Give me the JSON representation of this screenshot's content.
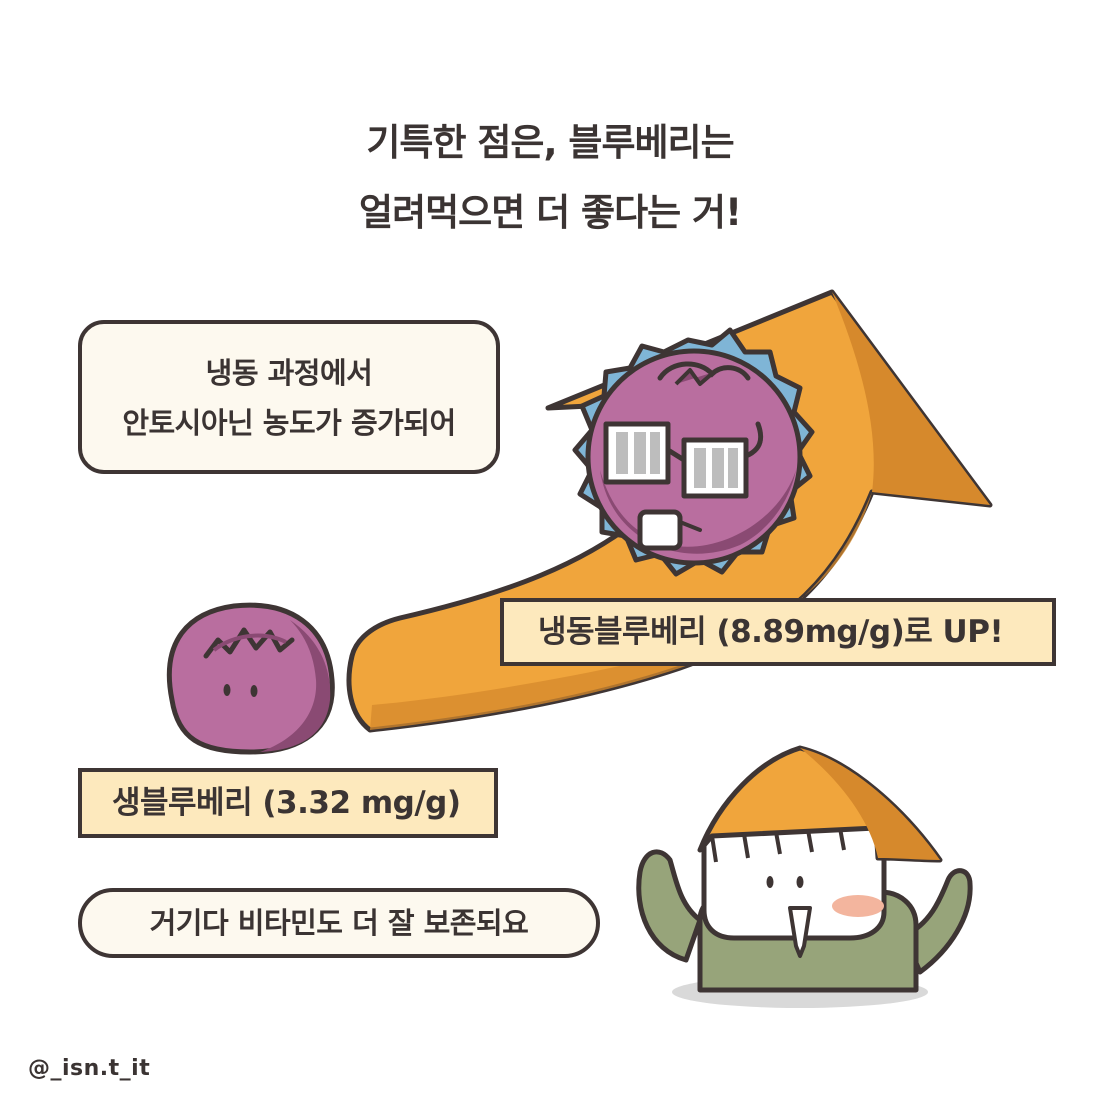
{
  "headline": {
    "line1": "기특한 점은, 블루베리는",
    "line2": "얼려먹으면 더 좋다는 거!"
  },
  "bubbles": {
    "freeze_line1": "냉동 과정에서",
    "freeze_line2": "안토시아닌 농도가 증가되어",
    "vitamin": "거기다 비타민도 더 잘 보존되요"
  },
  "labels": {
    "frozen": "냉동블루베리 (8.89mg/g)로 UP!",
    "fresh": "생블루베리 (3.32 mg/g)"
  },
  "credit": "@_isn.t_it",
  "colors": {
    "text": "#3b3433",
    "arrow": "#f0a53c",
    "arrow_shade": "#d6892c",
    "berry": "#b96e9f",
    "berry_dark": "#8a4a73",
    "burst": "#7fb5d6",
    "bubble_bg": "#fdf9ef",
    "label_bg": "#fde9bd",
    "cactus": "#97a47a",
    "hat": "#f0a53c"
  },
  "icons": [
    "growth-arrow-icon",
    "fresh-blueberry-icon",
    "frozen-blueberry-icon",
    "cactus-character-icon"
  ]
}
